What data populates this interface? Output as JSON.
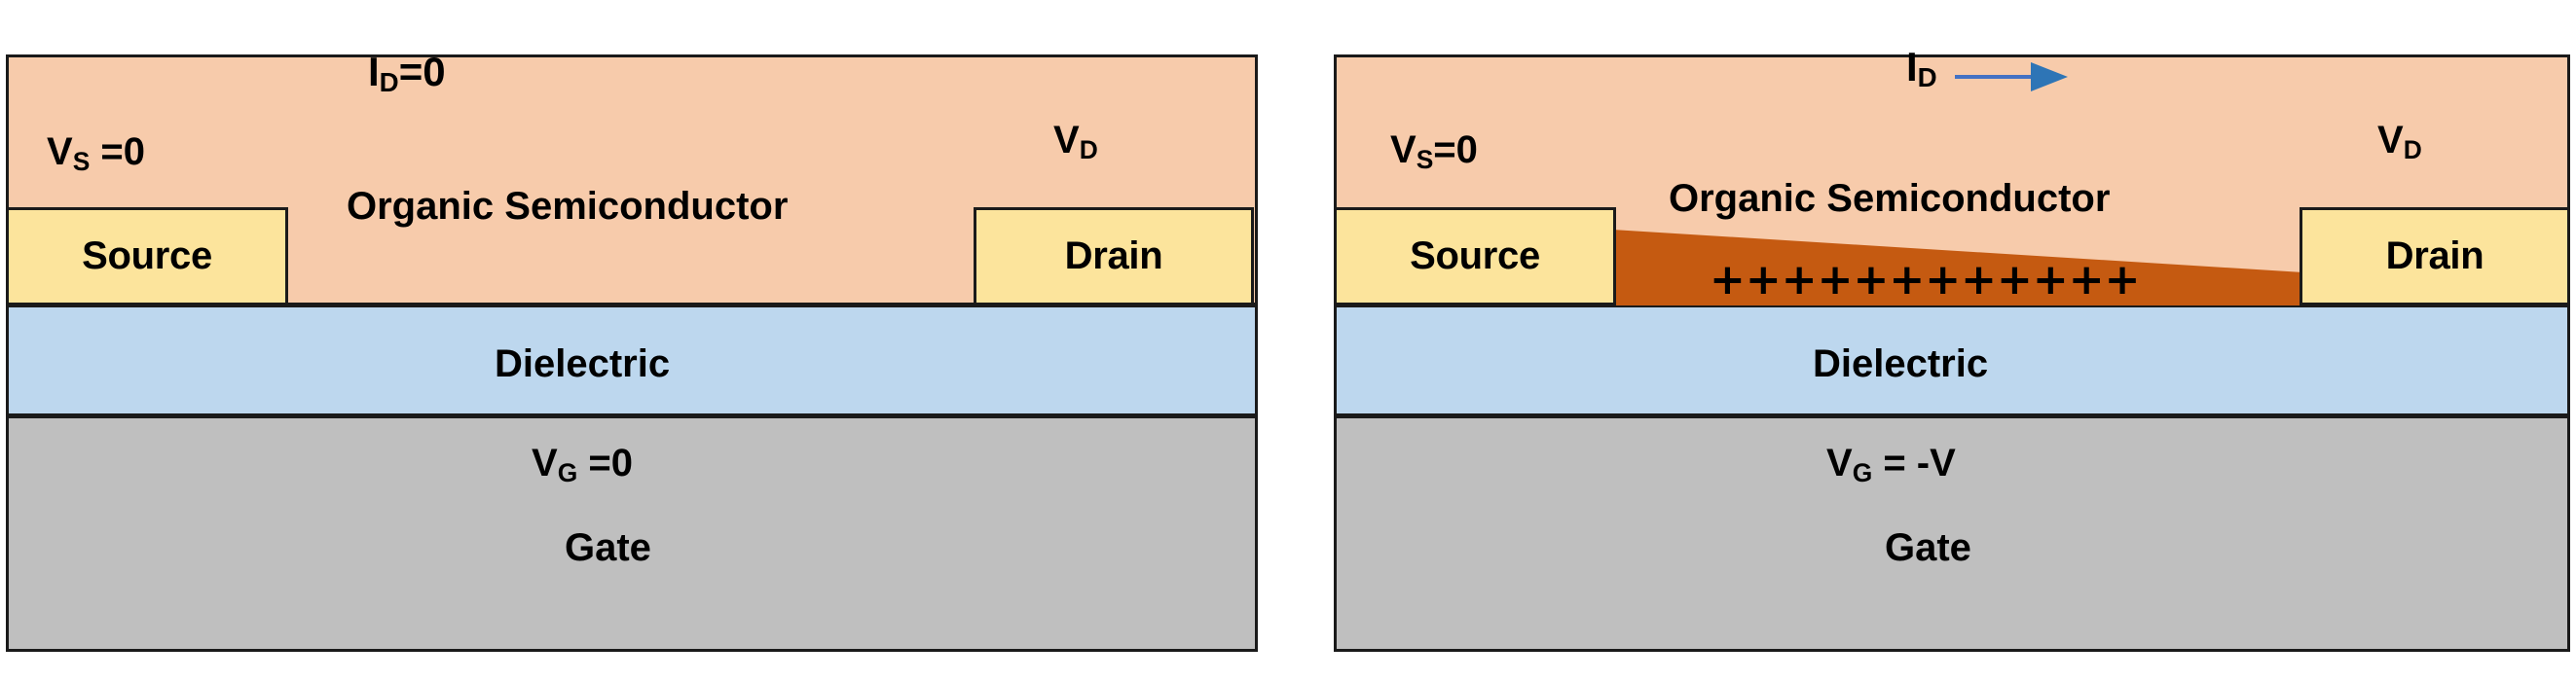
{
  "figure": {
    "type": "device-cross-section-diagram",
    "description": "Organic thin-film transistor cross sections at zero gate bias and negative gate bias"
  },
  "colors": {
    "semiconductor": "#F7CBAB",
    "dielectric": "#BDD7EE",
    "gate": "#BFBFBF",
    "electrode": "#FCE49C",
    "accumulation": "#C55A11",
    "outline": "#1A1A1A",
    "arrow": "#4472C4",
    "background": "#FFFFFF"
  },
  "panels": [
    {
      "id": "off-state",
      "source": {
        "label": "Source",
        "voltage_symbol": "V",
        "voltage_subscript": "S",
        "voltage_value": " =0"
      },
      "drain": {
        "label": "Drain",
        "voltage_symbol": "V",
        "voltage_subscript": "D",
        "voltage_value": ""
      },
      "current": {
        "symbol": "I",
        "subscript": "D",
        "value": "=0",
        "arrow": false
      },
      "semiconductor_label": "Organic Semiconductor",
      "dielectric_label": "Dielectric",
      "gate_label": "Gate",
      "gate_voltage": {
        "symbol": "V",
        "subscript": "G",
        "value": " =0"
      },
      "accumulation_layer": false,
      "charges": "",
      "charge_count": 0
    },
    {
      "id": "on-state",
      "source": {
        "label": "Source",
        "voltage_symbol": "V",
        "voltage_subscript": "S",
        "voltage_value": "=0"
      },
      "drain": {
        "label": "Drain",
        "voltage_symbol": "V",
        "voltage_subscript": "D",
        "voltage_value": ""
      },
      "current": {
        "symbol": "I",
        "subscript": "D",
        "value": "",
        "arrow": true
      },
      "semiconductor_label": "Organic Semiconductor",
      "dielectric_label": "Dielectric",
      "gate_label": "Gate",
      "gate_voltage": {
        "symbol": "V",
        "subscript": "G",
        "value": " = -V"
      },
      "accumulation_layer": true,
      "charges": "+ + + + + + + + + + + +",
      "charge_count": 12
    }
  ]
}
